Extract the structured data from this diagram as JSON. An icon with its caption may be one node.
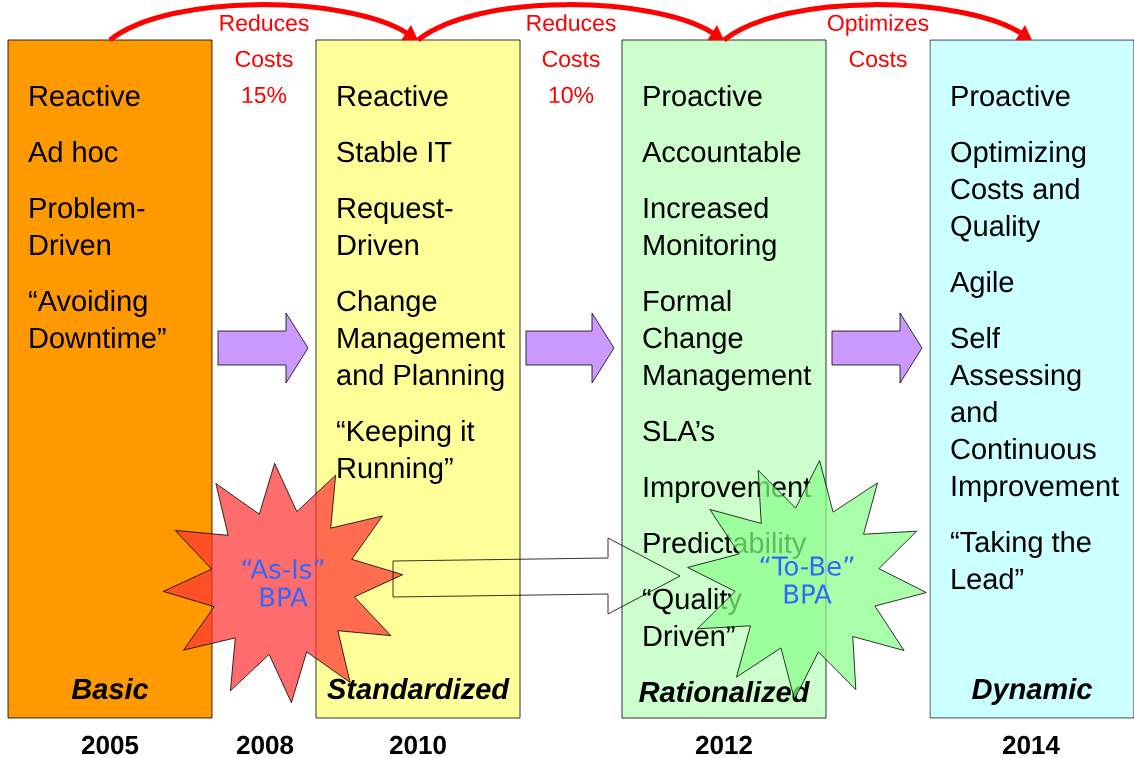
{
  "diagram": {
    "nodes": [
      {
        "text": [
          "Reactive",
          "Ad hoc",
          "Problem-Driven",
          "“Avoiding Downtime”",
          "Basic"
        ]
      },
      {
        "text": [
          "Reactive",
          "Stable IT",
          "Request-Driven",
          "Change Management and Planning",
          "“Keeping it Running”",
          "Standardized"
        ]
      },
      {
        "text": [
          "Proactive",
          "Accountable",
          "Increased Monitoring",
          "Formal Change Management",
          "SLA’s",
          "Improvement",
          "Predictability",
          "“Quality Driven”",
          "Rationalized"
        ]
      },
      {
        "text": [
          "Proactive",
          "Optimizing Costs and Quality",
          "Agile",
          "Self Assessing and Continuous Improvement",
          "“Taking the Lead”",
          "Dynamic"
        ]
      },
      {
        "text": [
          "“As-Is” BPA"
        ]
      },
      {
        "text": [
          "“To-Be” BPA"
        ]
      }
    ],
    "edges": [
      {
        "from": 0,
        "to": 1,
        "arrow": "to",
        "label": "Reduces Costs 15%",
        "color": "#ff0000"
      },
      {
        "from": 1,
        "to": 2,
        "arrow": "to",
        "label": "Reduces Costs 10%",
        "color": "#ff0000"
      },
      {
        "from": 2,
        "to": 3,
        "arrow": "to",
        "label": "Optimizes Costs",
        "color": "#ff0000"
      },
      {
        "from": 0,
        "to": 1,
        "arrow": "to",
        "color": "#cc99ff"
      },
      {
        "from": 1,
        "to": 2,
        "arrow": "to",
        "color": "#cc99ff"
      },
      {
        "from": 2,
        "to": 3,
        "arrow": "to",
        "color": "#cc99ff"
      },
      {
        "from": 4,
        "to": 5,
        "arrow": "to"
      }
    ],
    "labels": [
      "2005",
      "2008",
      "2010",
      "2012",
      "2014"
    ]
  }
}
